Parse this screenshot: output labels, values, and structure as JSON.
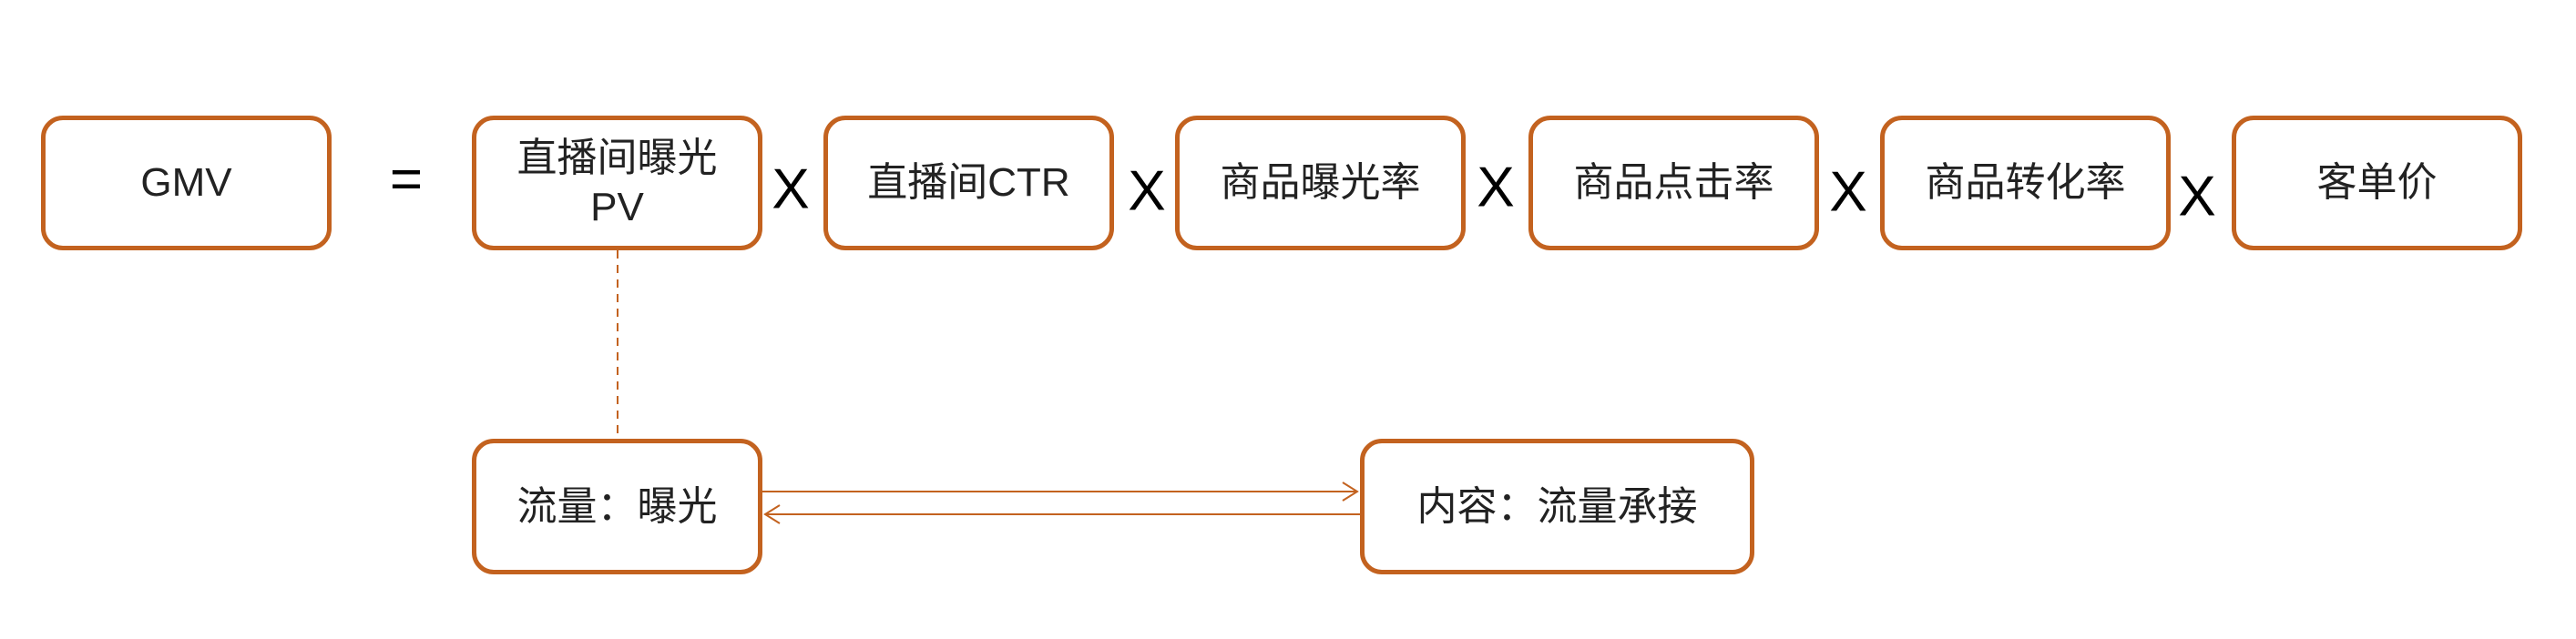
{
  "formula": {
    "result": "GMV",
    "equals": "=",
    "times": "X",
    "factors": [
      "直播间曝光\nPV",
      "直播间CTR",
      "商品曝光率",
      "商品点击率",
      "商品转化率",
      "客单价"
    ]
  },
  "bottom": {
    "traffic": "流量：曝光",
    "content": "内容：流量承接"
  },
  "colors": {
    "border": "#c3621f",
    "text": "#222222"
  }
}
